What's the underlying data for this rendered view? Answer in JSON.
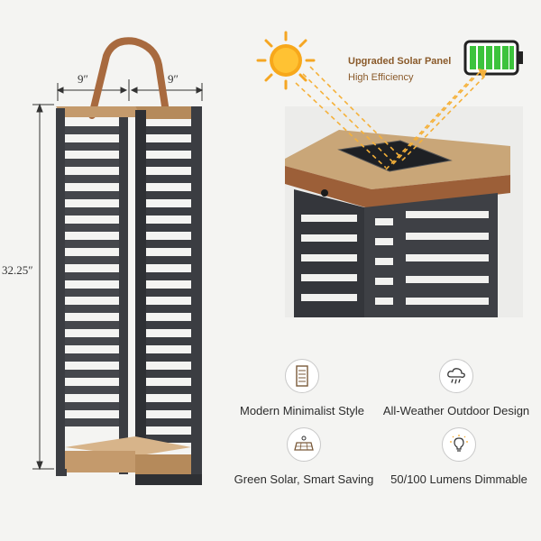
{
  "dimensions": {
    "width_left": "9″",
    "width_right": "9″",
    "height": "32.25″"
  },
  "solar_panel": {
    "title": "Upgraded Solar Panel",
    "subtitle": "High Efficiency"
  },
  "features": [
    {
      "label": "Modern Minimalist Style",
      "icon": "lantern-icon"
    },
    {
      "label": "All-Weather Outdoor Design",
      "icon": "cloud-rain-icon"
    },
    {
      "label": "Green Solar, Smart Saving",
      "icon": "solar-panel-icon"
    },
    {
      "label": "50/100 Lumens Dimmable",
      "icon": "lightbulb-icon"
    }
  ],
  "colors": {
    "frame": "#3b3d42",
    "wood": "#c49a6c",
    "strap": "#a86a3f",
    "sun": "#f5a623",
    "battery": "#3cc33c"
  }
}
